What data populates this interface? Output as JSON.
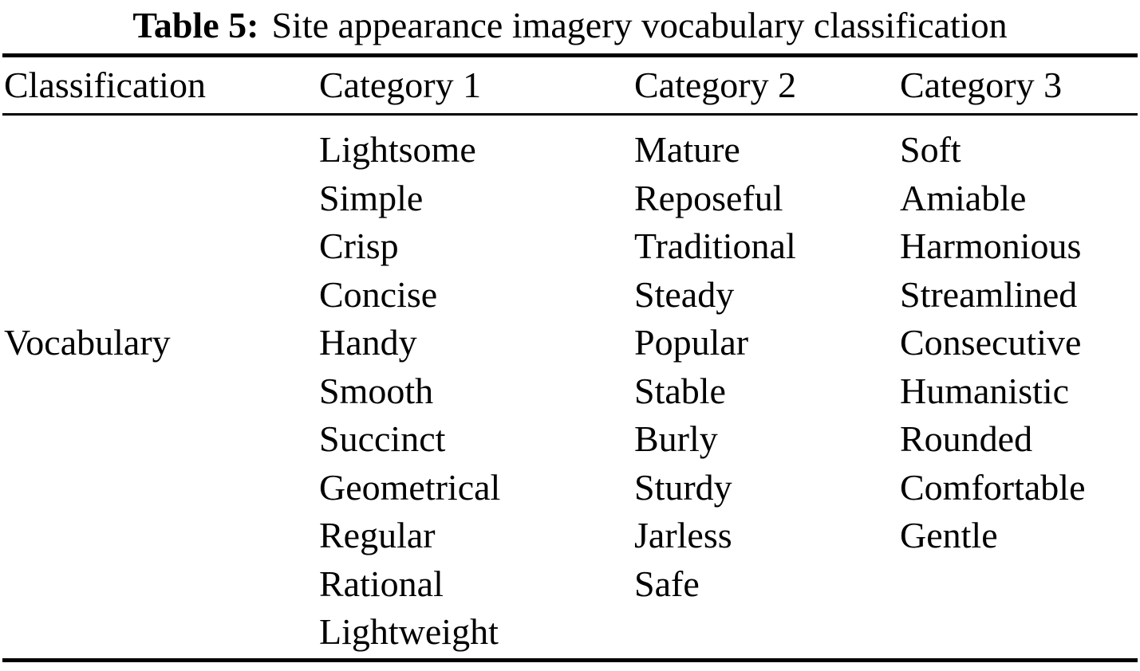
{
  "table": {
    "caption": {
      "label": "Table 5:",
      "text": "Site appearance imagery vocabulary classification"
    },
    "headers": [
      "Classification",
      "Category 1",
      "Category 2",
      "Category 3"
    ],
    "row_label": "Vocabulary",
    "columns": {
      "category_1": [
        "Lightsome",
        "Simple",
        "Crisp",
        "Concise",
        "Handy",
        "Smooth",
        "Succinct",
        "Geometrical",
        "Regular",
        "Rational",
        "Lightweight"
      ],
      "category_2": [
        "Mature",
        "Reposeful",
        "Traditional",
        "Steady",
        "Popular",
        "Stable",
        "Burly",
        "Sturdy",
        "Jarless",
        "Safe"
      ],
      "category_3": [
        "Soft",
        "Amiable",
        "Harmonious",
        "Streamlined",
        "Consecutive",
        "Humanistic",
        "Rounded",
        "Comfortable",
        "Gentle"
      ]
    },
    "colors": {
      "text": "#000000",
      "background": "#ffffff",
      "rule": "#000000"
    }
  }
}
